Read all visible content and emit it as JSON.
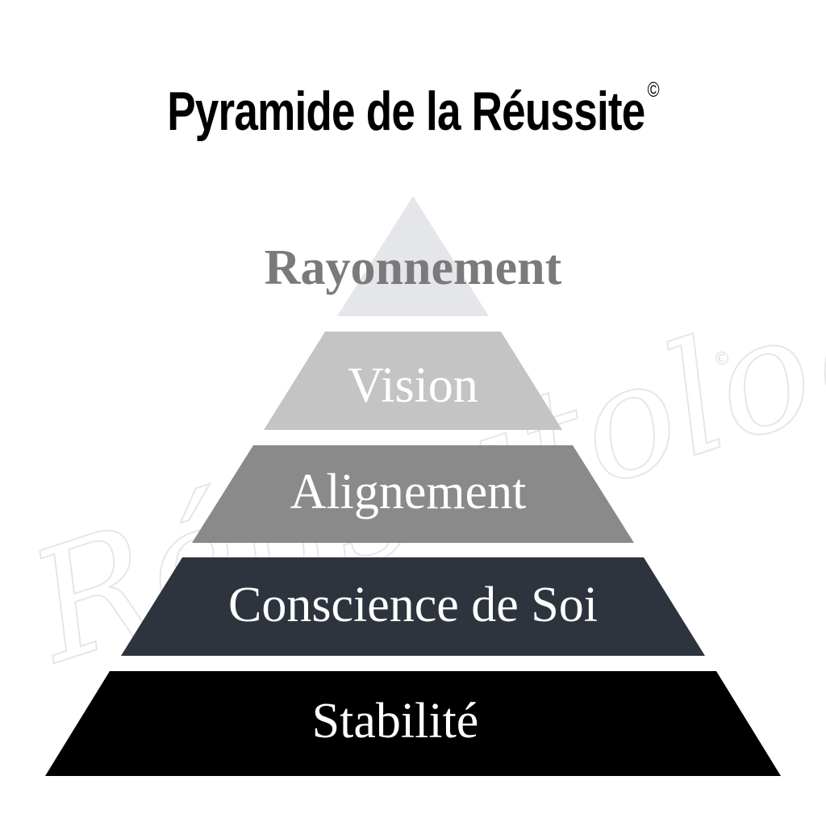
{
  "title": {
    "text": "Pyramide de la Réussite",
    "mark": "©"
  },
  "watermark": {
    "text": "Réussitologie",
    "mark": "©"
  },
  "tiers": [
    {
      "label": "Rayonnement",
      "fill": "#e5e6ea",
      "text_color": "#7a7a7a"
    },
    {
      "label": "Vision",
      "fill": "#c4c4c4",
      "text_color": "#ffffff"
    },
    {
      "label": "Alignement",
      "fill": "#8a8a8a",
      "text_color": "#ffffff"
    },
    {
      "label": "Conscience de Soi",
      "fill": "#2e343d",
      "text_color": "#ffffff"
    },
    {
      "label": "Stabilité",
      "fill": "#000000",
      "text_color": "#ffffff"
    }
  ]
}
